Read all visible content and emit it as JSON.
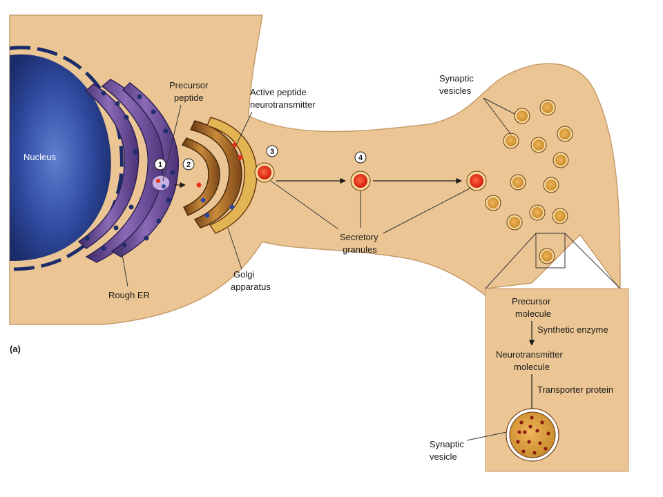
{
  "labels": {
    "nucleus": "Nucleus",
    "precursor_peptide_1": "Precursor",
    "precursor_peptide_2": "peptide",
    "active_peptide_1": "Active peptide",
    "active_peptide_2": "neurotransmitter",
    "synaptic_vesicles_1": "Synaptic",
    "synaptic_vesicles_2": "vesicles",
    "secretory_1": "Secretory",
    "secretory_2": "granules",
    "golgi_1": "Golgi",
    "golgi_2": "apparatus",
    "rough_er": "Rough ER",
    "panel_a": "(a)"
  },
  "steps": [
    "1",
    "2",
    "3",
    "4"
  ],
  "inset": {
    "precursor_1": "Precursor",
    "precursor_2": "molecule",
    "enzyme": "Synthetic enzyme",
    "neuro_1": "Neurotransmitter",
    "neuro_2": "molecule",
    "transporter": "Transporter protein",
    "vesicle_1": "Synaptic",
    "vesicle_2": "vesicle"
  },
  "colors": {
    "cytoplasm": "#ebc694",
    "cytoplasm_edge": "#c79b6a",
    "nucleus": "#2e4a9e",
    "er": "#6b4a8e",
    "golgi": "#9a5a20",
    "granule": "#e8301a",
    "vesicle": "#d49a3a"
  }
}
